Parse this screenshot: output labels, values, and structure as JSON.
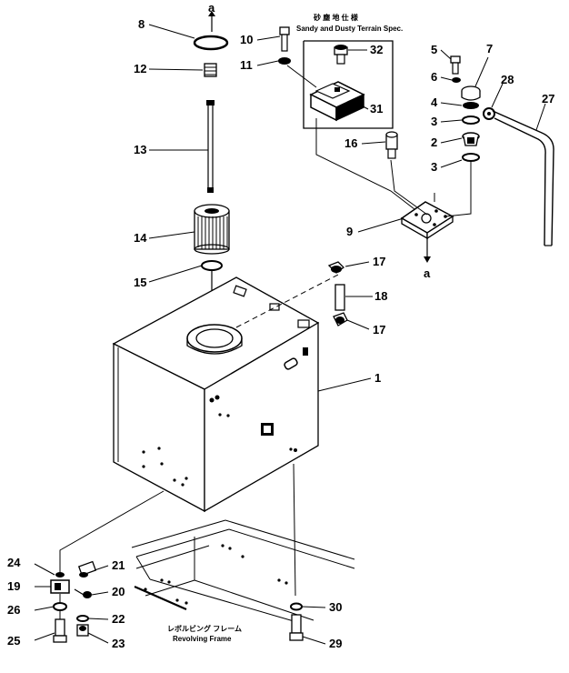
{
  "reference_marks": {
    "top": "a",
    "bottom": "a"
  },
  "spec_note": {
    "japanese": "砂 塵 地 仕 様",
    "english": "Sandy and Dusty Terrain Spec."
  },
  "frame_label": {
    "japanese": "レボルビング フレーム",
    "english": "Revolving Frame"
  },
  "callouts": {
    "c1": "1",
    "c2": "2",
    "c3a": "3",
    "c3b": "3",
    "c4": "4",
    "c5": "5",
    "c6": "6",
    "c7": "7",
    "c8": "8",
    "c9": "9",
    "c10": "10",
    "c11": "11",
    "c12": "12",
    "c13": "13",
    "c14": "14",
    "c15": "15",
    "c16": "16",
    "c17a": "17",
    "c17b": "17",
    "c18": "18",
    "c19": "19",
    "c20": "20",
    "c21": "21",
    "c22": "22",
    "c23": "23",
    "c24": "24",
    "c25": "25",
    "c26": "26",
    "c27": "27",
    "c28": "28",
    "c29": "29",
    "c30": "30",
    "c31": "31",
    "c32": "32"
  }
}
